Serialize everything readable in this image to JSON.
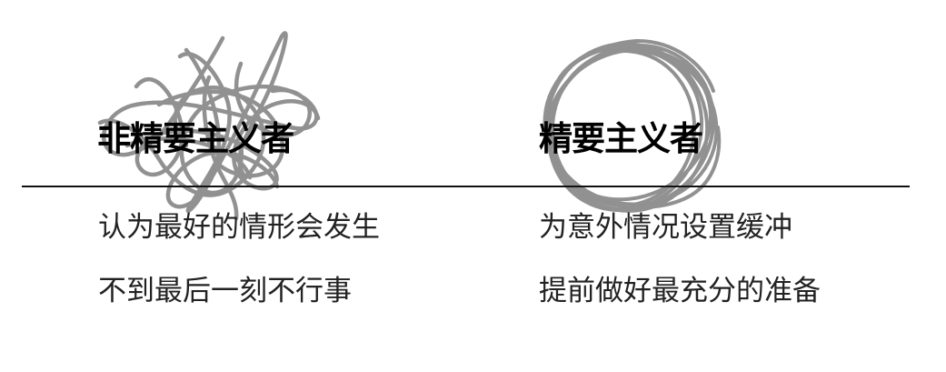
{
  "columns": [
    {
      "title": "非精要主义者",
      "icon": "tangled-scribble-icon",
      "items": [
        "认为最好的情形会发生",
        "不到最后一刻不行事"
      ]
    },
    {
      "title": "精要主义者",
      "icon": "circular-scribble-icon",
      "items": [
        "为意外情况设置缓冲",
        "提前做好最充分的准备"
      ]
    }
  ],
  "colors": {
    "text": "#111111",
    "scribble": "#8c8c8c",
    "divider": "#111111",
    "background": "#ffffff"
  }
}
